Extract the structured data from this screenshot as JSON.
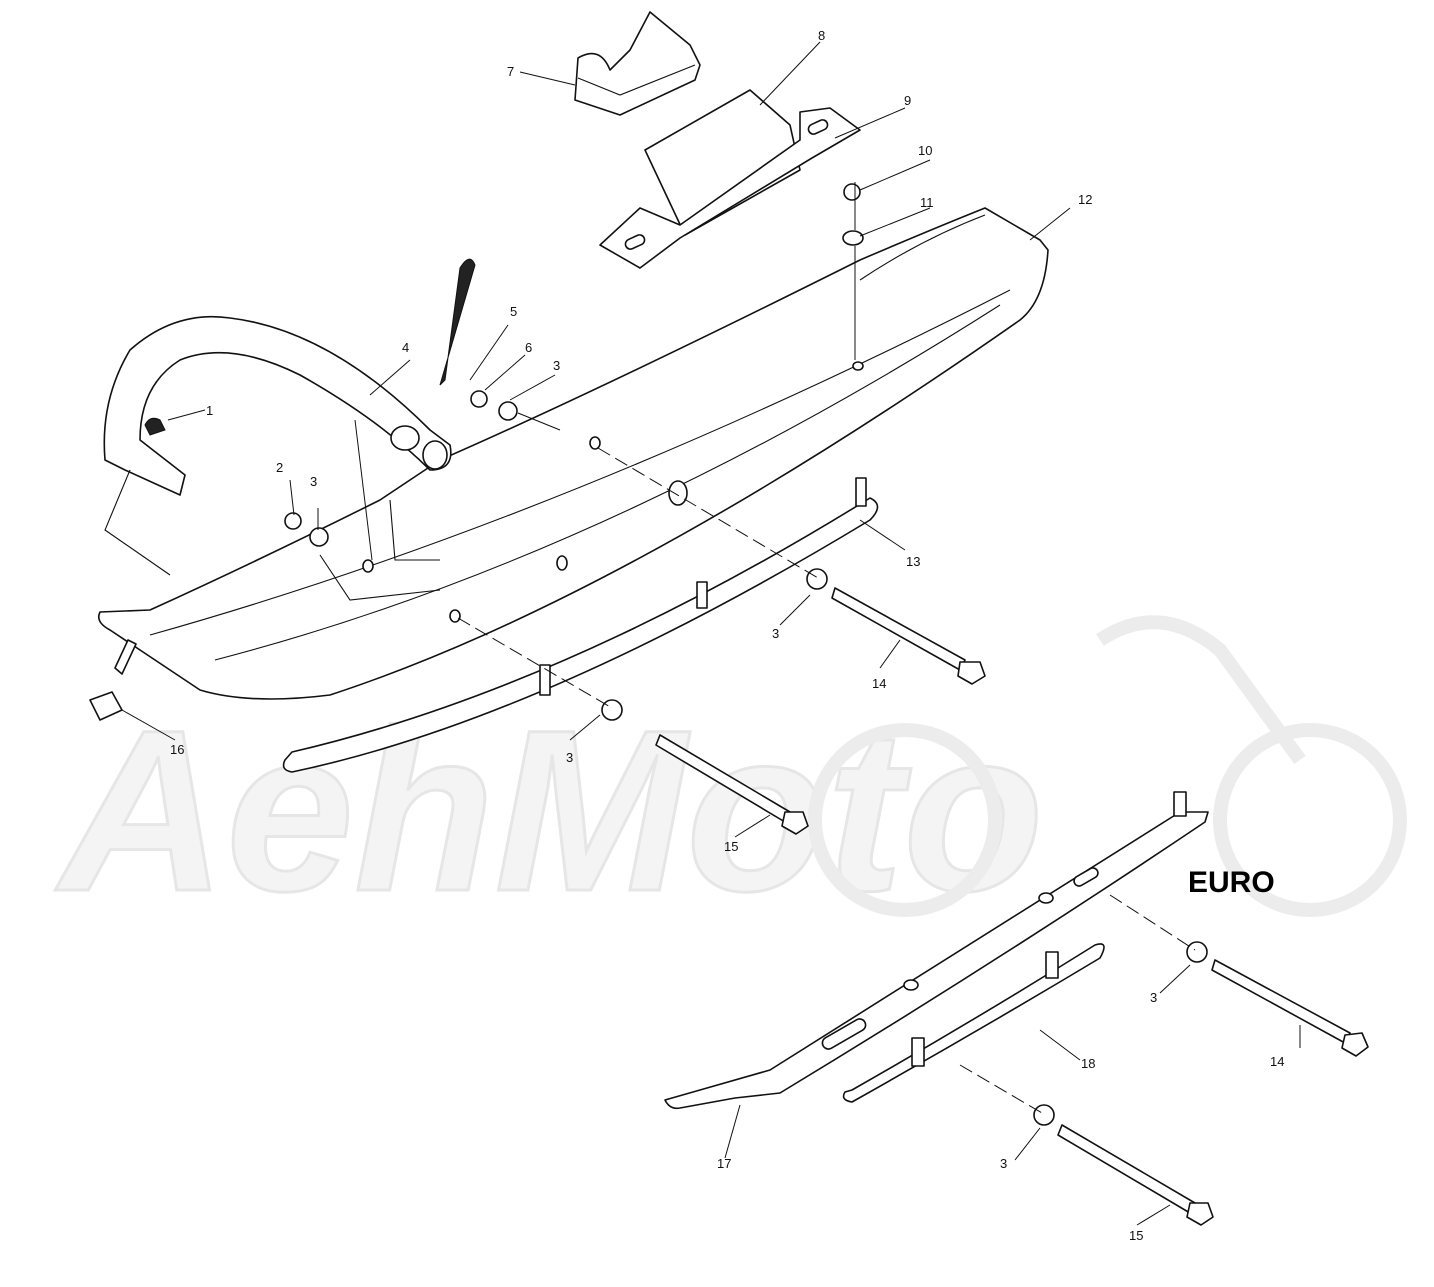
{
  "watermark": {
    "text": "AehMoto"
  },
  "variant_label": "EURO",
  "callouts": [
    "1",
    "2",
    "3",
    "4",
    "5",
    "6",
    "7",
    "8",
    "9",
    "10",
    "11",
    "12",
    "13",
    "14",
    "15",
    "16",
    "17",
    "18"
  ]
}
